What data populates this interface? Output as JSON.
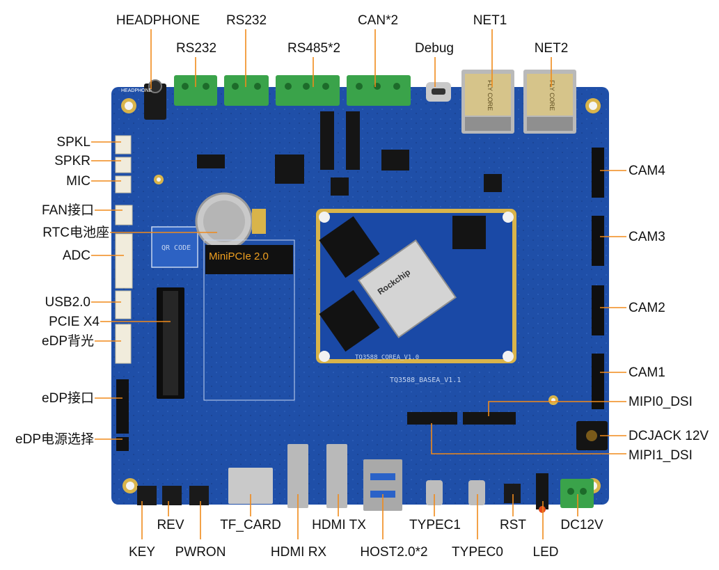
{
  "colors": {
    "pcb": "#1f4fa8",
    "pcb_dark": "#173c86",
    "som": "#1a49a6",
    "leader": "#f08a1a",
    "terminal_green": "#3aa34a",
    "gold": "#d9b44a"
  },
  "board_silk": {
    "som_label": "TQ3588_COREA_V1.0",
    "base_label": "TQ3588_BASEA_V1.1",
    "soc_brand": "Rockchip",
    "minipcie_label": "MiniPCIe 2.0",
    "qr_label": "QR CODE",
    "headphone_silk": "HEADPHONE",
    "net_magnetics_1": "FLY CORE",
    "net_magnetics_2": "FLY CORE"
  },
  "labels": {
    "headphone": "HEADPHONE",
    "rs232_top": "RS232",
    "can2": "CAN*2",
    "net1": "NET1",
    "rs232_left": "RS232",
    "rs485": "RS485*2",
    "debug": "Debug",
    "net2": "NET2",
    "spkl": "SPKL",
    "spkr": "SPKR",
    "mic": "MIC",
    "fan": "FAN接口",
    "rtc": "RTC电池座",
    "adc": "ADC",
    "usb20": "USB2.0",
    "pcie": "PCIE X4",
    "edp_backlight": "eDP背光",
    "edp_port": "eDP接口",
    "edp_power": "eDP电源选择",
    "cam4": "CAM4",
    "cam3": "CAM3",
    "cam2": "CAM2",
    "cam1": "CAM1",
    "mipi0": "MIPI0_DSI",
    "dcjack": "DCJACK 12V",
    "mipi1": "MIPI1_DSI",
    "rev": "REV",
    "tf_card": "TF_CARD",
    "hdmi_tx": "HDMI TX",
    "typec1": "TYPEC1",
    "rst": "RST",
    "dc12v": "DC12V",
    "key": "KEY",
    "pwron": "PWRON",
    "hdmi_rx": "HDMI RX",
    "host20": "HOST2.0*2",
    "typec0": "TYPEC0",
    "led": "LED"
  }
}
